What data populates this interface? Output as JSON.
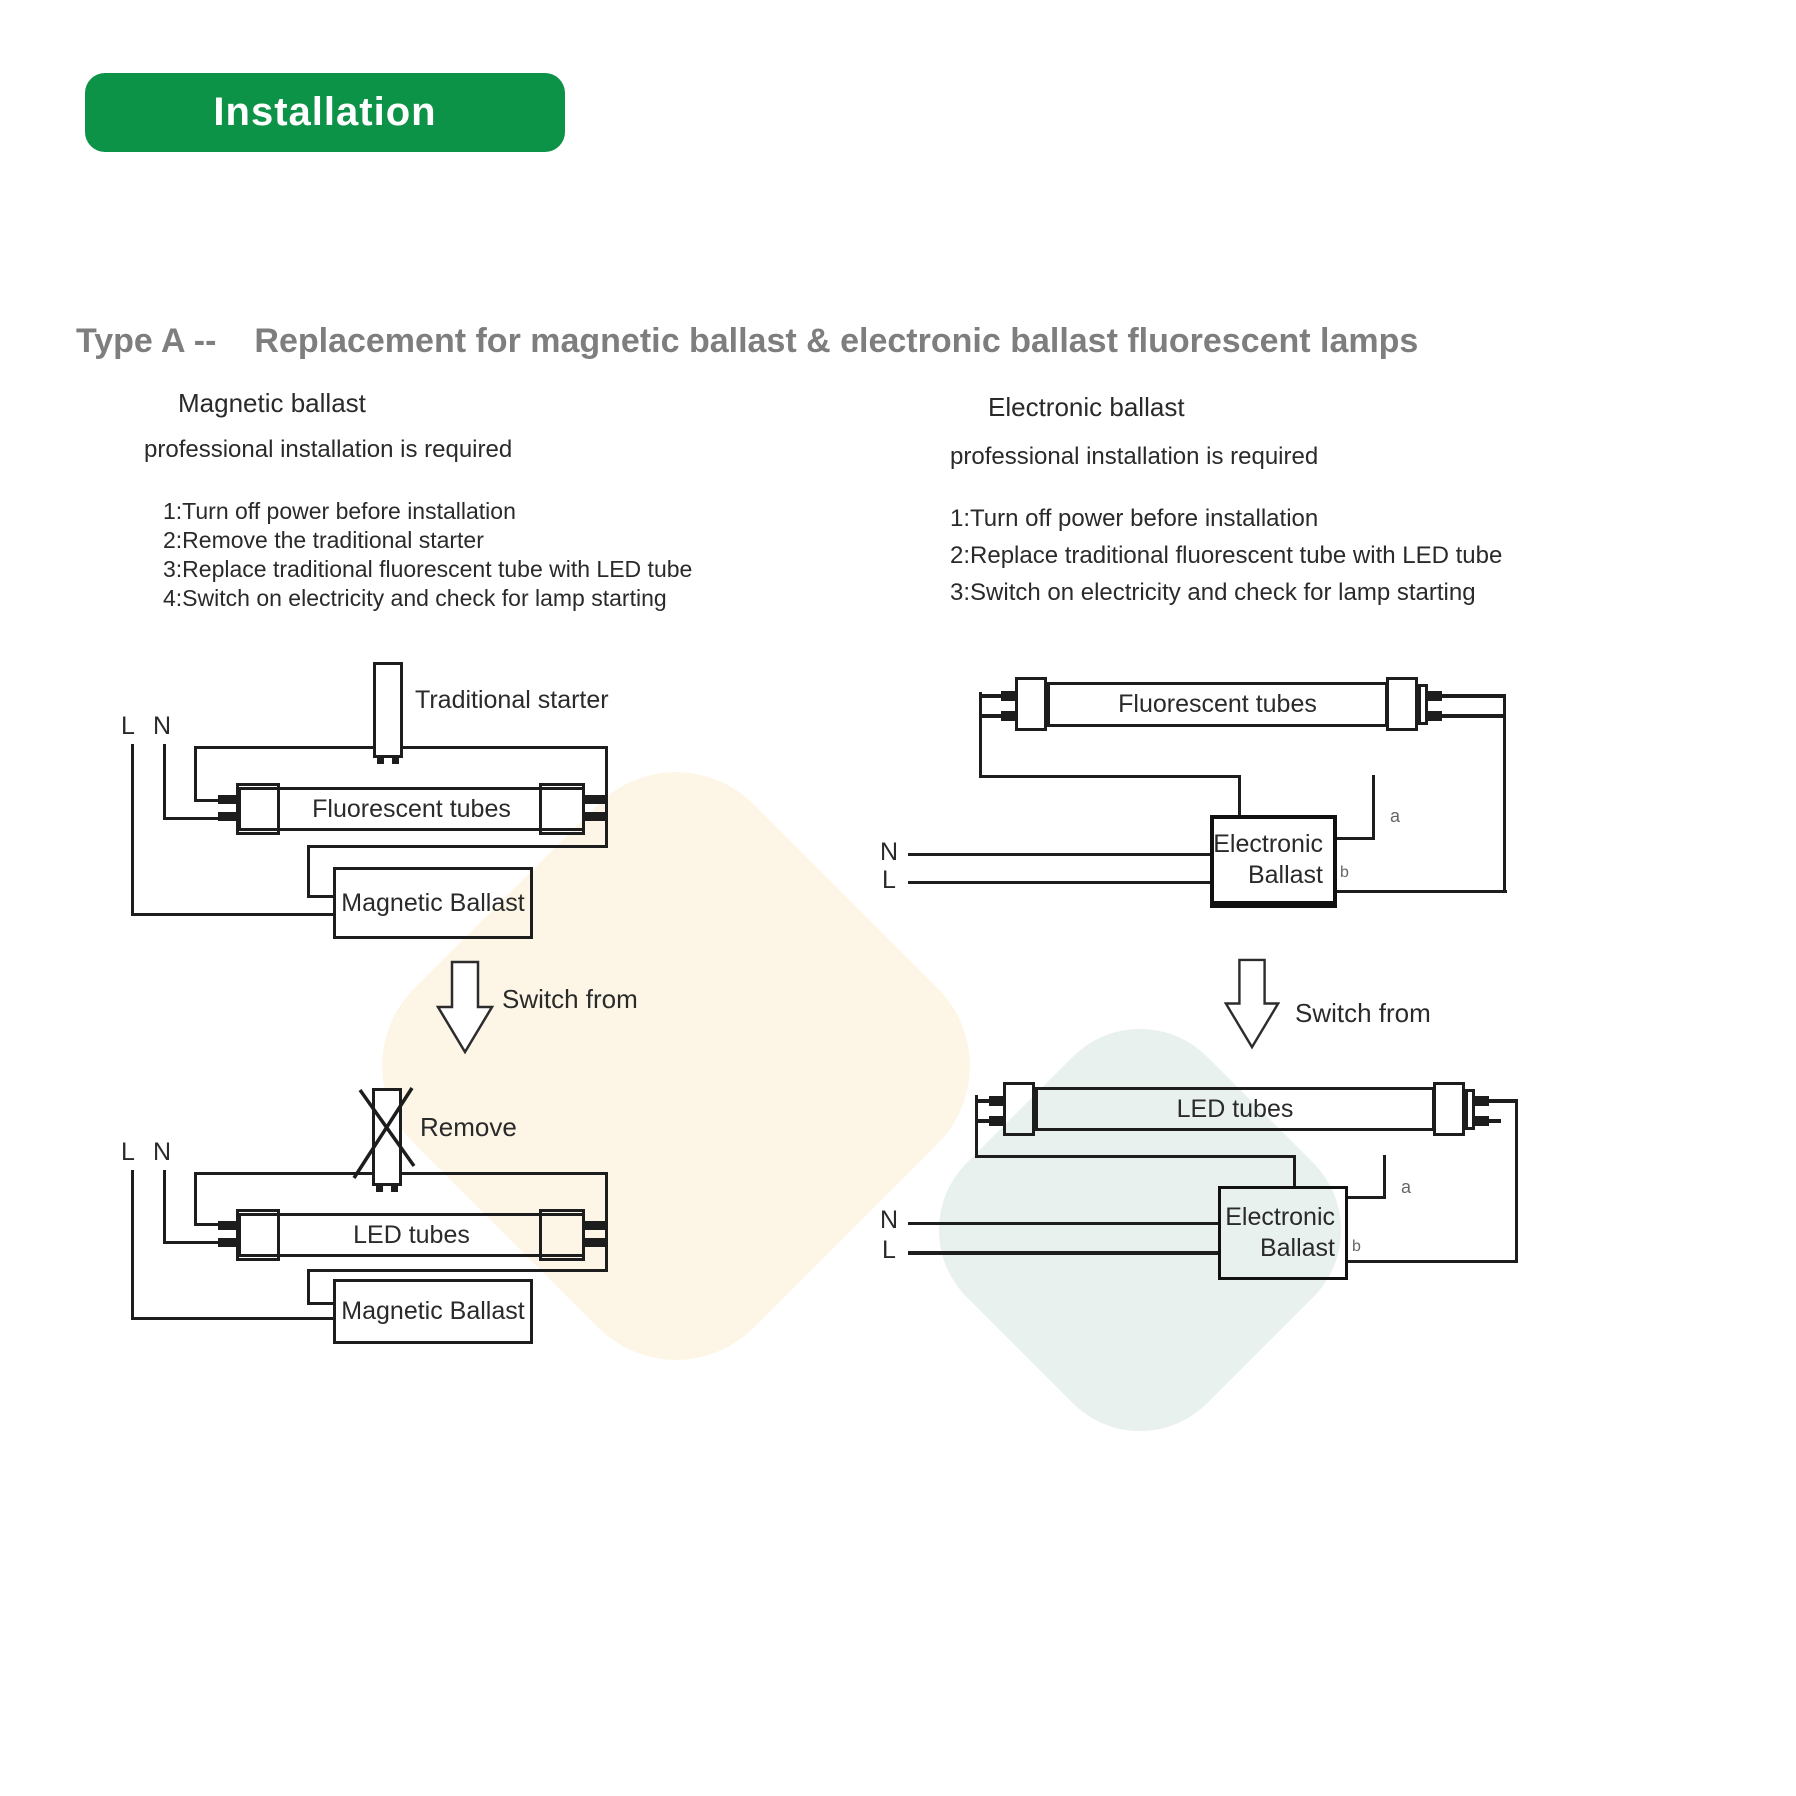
{
  "badge": {
    "label": "Installation"
  },
  "title": {
    "type": "Type A --",
    "text": "Replacement for magnetic ballast & electronic ballast fluorescent lamps"
  },
  "left": {
    "heading": "Magnetic ballast",
    "note": "professional installation is required",
    "steps": [
      "1:Turn off power before installation",
      "2:Remove the traditional starter",
      "3:Replace traditional fluorescent tube with LED tube",
      "4:Switch on electricity and check for lamp starting"
    ],
    "before": {
      "line": "L",
      "neutral": "N",
      "starter": "Traditional starter",
      "tube": "Fluorescent tubes",
      "ballast": "Magnetic Ballast"
    },
    "switch_label": "Switch from",
    "after": {
      "line": "L",
      "neutral": "N",
      "remove": "Remove",
      "tube": "LED tubes",
      "ballast": "Magnetic Ballast"
    }
  },
  "right": {
    "heading": "Electronic ballast",
    "note": "professional installation is required",
    "steps": [
      "1:Turn off power before installation",
      "2:Replace traditional fluorescent tube with LED tube",
      "3:Switch on electricity and check for lamp starting"
    ],
    "before": {
      "neutral": "N",
      "line": "L",
      "tube": "Fluorescent tubes",
      "ballast1": "Electronic",
      "ballast2": "Ballast",
      "a": "a",
      "b": "b"
    },
    "switch_label": "Switch from",
    "after": {
      "neutral": "N",
      "line": "L",
      "tube": "LED tubes",
      "ballast1": "Electronic",
      "ballast2": "Ballast",
      "a": "a",
      "b": "b"
    }
  },
  "colors": {
    "badge_bg": "#0c9347",
    "badge_text": "#ffffff",
    "title": "#7e7e7e",
    "ink": "#1d1d1d",
    "watermark_cream": "#fdf6e6",
    "watermark_blue": "#e9f1ef"
  }
}
